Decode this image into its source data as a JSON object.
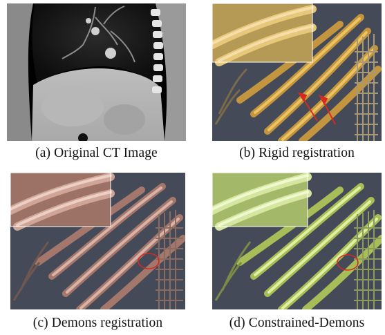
{
  "figure": {
    "panels": [
      {
        "id": "a",
        "caption": "(a) Original CT Image",
        "image": "ct-slice"
      },
      {
        "id": "b",
        "caption": "(b) Rigid registration",
        "image": "rib-render-rigid",
        "color": "#e2b04a"
      },
      {
        "id": "c",
        "caption": "(c) Demons registration",
        "image": "rib-render-demons",
        "color": "#c9978a"
      },
      {
        "id": "d",
        "caption": "(d) Constrained-Demons",
        "image": "rib-render-constrained",
        "color": "#c8dc78"
      }
    ],
    "background": "#3f4452",
    "highlight": "#d62a1f"
  }
}
